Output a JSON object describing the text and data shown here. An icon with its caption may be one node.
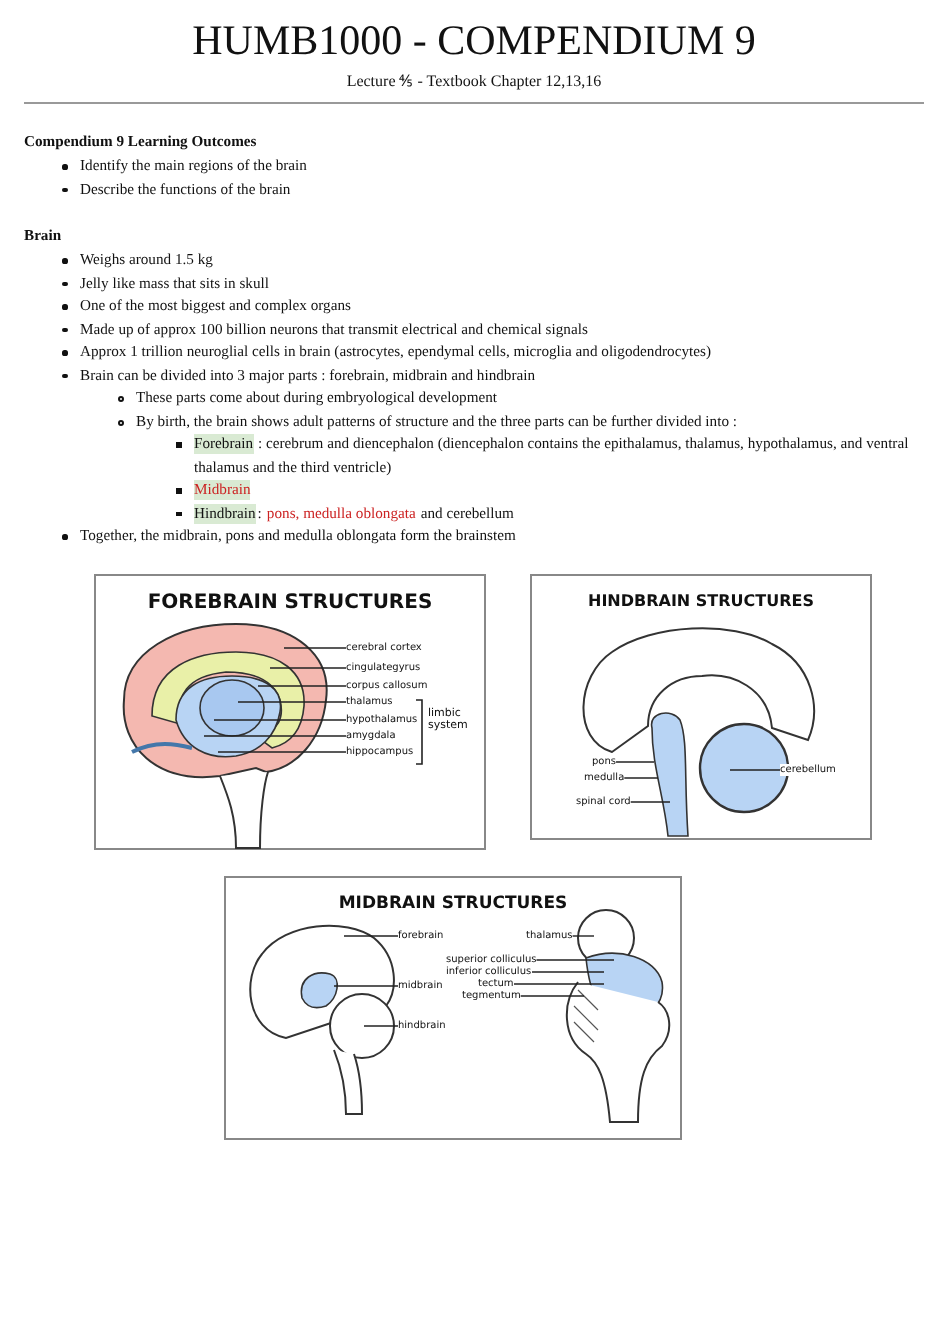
{
  "diagram": {
    "title": "HUMB1000 - COMPENDIUM 9",
    "nodes": [
      {
        "text": [
          "FOREBRAIN STRUCTURES"
        ]
      },
      {
        "text": [
          "cerebral cortex"
        ],
        "in": 0
      },
      {
        "text": [
          "cingulategyrus"
        ],
        "in": 0
      },
      {
        "text": [
          "corpus callosum"
        ],
        "in": 0
      },
      {
        "text": [
          "thalamus"
        ],
        "in": 0
      },
      {
        "text": [
          "hypothalamus"
        ],
        "in": 0
      },
      {
        "text": [
          "amygdala"
        ],
        "in": 0
      },
      {
        "text": [
          "hippocampus"
        ],
        "in": 0
      },
      {
        "text": [
          "HINDBRAIN STRUCTURES"
        ]
      },
      {
        "text": [
          "pons"
        ],
        "in": 8
      },
      {
        "text": [
          "medulla"
        ],
        "in": 8
      },
      {
        "text": [
          "spinal cord"
        ],
        "in": 8
      },
      {
        "text": [
          "cerebellum"
        ],
        "in": 8
      },
      {
        "text": [
          "MIDBRAIN STRUCTURES"
        ]
      },
      {
        "text": [
          "forebrain"
        ],
        "in": 13
      },
      {
        "text": [
          "midbrain"
        ],
        "in": 13
      },
      {
        "text": [
          "hindbrain"
        ],
        "in": 13
      },
      {
        "text": [
          "thalamus"
        ],
        "in": 13
      },
      {
        "text": [
          "superior colliculus"
        ],
        "in": 13
      },
      {
        "text": [
          "inferior colliculus"
        ],
        "in": 13
      },
      {
        "text": [
          "tectum"
        ],
        "in": 13
      },
      {
        "text": [
          "tegmentum"
        ],
        "in": 13
      }
    ],
    "edges": [
      {
        "from": 1,
        "to": null,
        "arrow": "none"
      },
      {
        "from": 2,
        "to": null,
        "arrow": "none"
      },
      {
        "from": 3,
        "to": null,
        "arrow": "none"
      },
      {
        "from": 4,
        "to": null,
        "arrow": "none"
      },
      {
        "from": 5,
        "to": null,
        "arrow": "none"
      },
      {
        "from": 6,
        "to": null,
        "arrow": "none"
      },
      {
        "from": 7,
        "to": null,
        "arrow": "none"
      },
      {
        "from": 9,
        "to": null,
        "arrow": "none"
      },
      {
        "from": 10,
        "to": null,
        "arrow": "none"
      },
      {
        "from": 11,
        "to": null,
        "arrow": "none"
      },
      {
        "from": 12,
        "to": null,
        "arrow": "none"
      },
      {
        "from": 14,
        "to": null,
        "arrow": "none"
      },
      {
        "from": 15,
        "to": null,
        "arrow": "none"
      },
      {
        "from": 16,
        "to": null,
        "arrow": "none"
      },
      {
        "from": 17,
        "to": null,
        "arrow": "none"
      },
      {
        "from": 18,
        "to": null,
        "arrow": "none"
      },
      {
        "from": 19,
        "to": null,
        "arrow": "none"
      },
      {
        "from": 20,
        "to": null,
        "arrow": "none"
      },
      {
        "from": 21,
        "to": null,
        "arrow": "none"
      }
    ],
    "labels": [
      "Lecture ⅘ - Textbook Chapter 12,13,16",
      "Compendium 9 Learning Outcomes",
      "Identify the main regions of the brain",
      "Describe the functions of the brain",
      "Brain",
      "Weighs around 1.5 kg",
      "Jelly like mass that sits in skull",
      "One of the most biggest and complex organs",
      "Made up of approx 100 billion neurons that transmit electrical and chemical signals",
      "Approx 1 trillion neuroglial cells in brain (astrocytes, ependymal cells, microglia and oligodendrocytes)",
      "Brain can be divided into 3 major parts : forebrain, midbrain and hindbrain",
      "These parts come about during embryological development",
      "By birth, the brain shows adult patterns of structure and the three parts can be further divided into :",
      "Forebrain",
      ": cerebrum and diencephalon (diencephalon contains the epithalamus, thalamus, hypothalamus, and ventral thalamus and the third ventricle)",
      "Midbrain",
      "Hindbrain",
      ":",
      "pons, medulla oblongata",
      "and cerebellum",
      "Together, the midbrain, pons and medulla oblongata form the brainstem",
      "limbic system"
    ]
  }
}
